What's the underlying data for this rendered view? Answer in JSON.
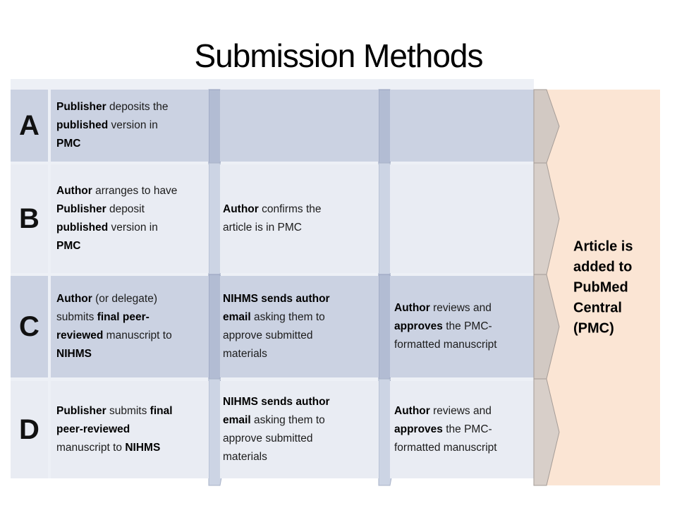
{
  "title": "Submission Methods",
  "colors": {
    "table_gap": "#edf0f6",
    "cell_dark": "#cbd2e2",
    "cell_light": "#e9ecf3",
    "arrow_blue_dark": "#b2bcd3",
    "arrow_blue_dark_stroke": "#96a1bd",
    "arrow_blue_light": "#ccd4e4",
    "arrow_blue_light_stroke": "#a9b3c9",
    "arrow_tan_dark": "#d2c9c3",
    "arrow_tan_light": "#d8cfc9",
    "arrow_tan_stroke": "#a59c97",
    "result_bg": "#fbe5d4"
  },
  "rows": [
    {
      "letter": "A",
      "shade": "dark",
      "cells": {
        "c1": [
          [
            {
              "t": "Publisher",
              "b": true
            },
            {
              "t": " deposits the"
            }
          ],
          [
            {
              "t": "published",
              "b": true
            },
            {
              "t": " version in"
            }
          ],
          [
            {
              "t": "PMC",
              "b": true
            }
          ]
        ],
        "c2": [],
        "c3": []
      }
    },
    {
      "letter": "B",
      "shade": "light",
      "cells": {
        "c1": [
          [
            {
              "t": "Author",
              "b": true
            },
            {
              "t": " arranges to have"
            }
          ],
          [
            {
              "t": "Publisher",
              "b": true
            },
            {
              "t": " deposit"
            }
          ],
          [
            {
              "t": "published",
              "b": true
            },
            {
              "t": " version in"
            }
          ],
          [
            {
              "t": "PMC",
              "b": true
            }
          ]
        ],
        "c2": [
          [
            {
              "t": "Author",
              "b": true
            },
            {
              "t": " confirms the"
            }
          ],
          [
            {
              "t": "article is in PMC"
            }
          ]
        ],
        "c3": []
      }
    },
    {
      "letter": "C",
      "shade": "dark",
      "cells": {
        "c1": [
          [
            {
              "t": "Author",
              "b": true
            },
            {
              "t": " (or delegate)"
            }
          ],
          [
            {
              "t": "submits "
            },
            {
              "t": "final peer-",
              "b": true
            }
          ],
          [
            {
              "t": "reviewed",
              "b": true
            },
            {
              "t": " manuscript to"
            }
          ],
          [
            {
              "t": "NIHMS",
              "b": true
            }
          ]
        ],
        "c2": [
          [
            {
              "t": "NIHMS sends author",
              "b": true
            }
          ],
          [
            {
              "t": "email",
              "b": true
            },
            {
              "t": " asking them to"
            }
          ],
          [
            {
              "t": "approve submitted"
            }
          ],
          [
            {
              "t": "materials"
            }
          ]
        ],
        "c3": [
          [
            {
              "t": "Author",
              "b": true
            },
            {
              "t": " reviews and"
            }
          ],
          [
            {
              "t": "approves",
              "b": true
            },
            {
              "t": " the PMC-"
            }
          ],
          [
            {
              "t": "formatted manuscript"
            }
          ]
        ]
      }
    },
    {
      "letter": "D",
      "shade": "light",
      "cells": {
        "c1": [
          [
            {
              "t": "Publisher",
              "b": true
            },
            {
              "t": " submits "
            },
            {
              "t": "final",
              "b": true
            }
          ],
          [
            {
              "t": "peer-reviewed",
              "b": true
            }
          ],
          [
            {
              "t": "manuscript to "
            },
            {
              "t": "NIHMS",
              "b": true
            }
          ]
        ],
        "c2": [
          [
            {
              "t": "NIHMS sends author",
              "b": true
            }
          ],
          [
            {
              "t": "email",
              "b": true
            },
            {
              "t": " asking them to"
            }
          ],
          [
            {
              "t": "approve submitted"
            }
          ],
          [
            {
              "t": "materials"
            }
          ]
        ],
        "c3": [
          [
            {
              "t": "Author",
              "b": true
            },
            {
              "t": " reviews and"
            }
          ],
          [
            {
              "t": "approves",
              "b": true
            },
            {
              "t": " the PMC-"
            }
          ],
          [
            {
              "t": "formatted manuscript"
            }
          ]
        ]
      }
    }
  ],
  "result": {
    "lines": [
      "Article is",
      "added to",
      "PubMed",
      "Central",
      "(PMC)"
    ]
  }
}
